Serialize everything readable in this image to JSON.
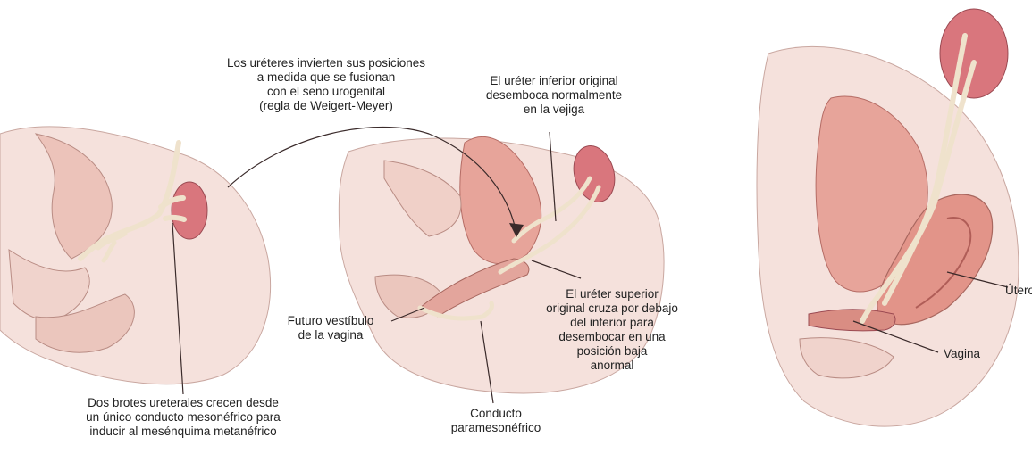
{
  "labels": {
    "ureter_inversion": [
      "Los uréteres invierten sus posiciones",
      "a medida que se fusionan",
      "con el seno urogenital",
      "(regla de Weigert-Meyer)"
    ],
    "lower_ureter": [
      "El uréter inferior original",
      "desemboca normalmente",
      "en la vejiga"
    ],
    "upper_ureter": [
      "El uréter superior",
      "original cruza por debajo",
      "del inferior para",
      "desembocar en una",
      "posición baja",
      "anormal"
    ],
    "future_vestibule": [
      "Futuro vestíbulo",
      "de la vagina"
    ],
    "two_buds": [
      "Dos brotes ureterales crecen desde",
      "un único conducto mesonéfrico para",
      "inducir al mesénquima metanéfrico"
    ],
    "paramesonephric": [
      "Conducto",
      "paramesonéfrico"
    ],
    "uterus": "Útero",
    "vagina": "Vagina"
  },
  "colors": {
    "tissue": "#f3dcd6",
    "tissue_dark": "#e9b8ae",
    "organ": "#e7a49a",
    "kidney": "#d9767d",
    "duct": "#efe2cc",
    "line": "#3a2a2a"
  }
}
